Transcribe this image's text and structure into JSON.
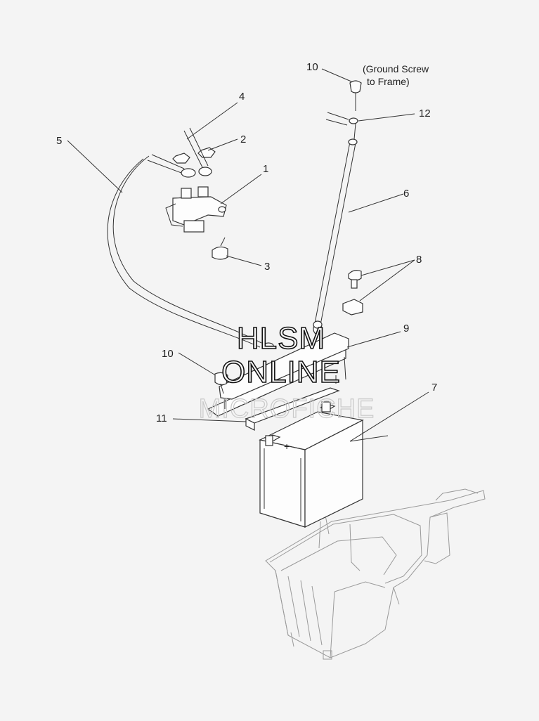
{
  "callouts": {
    "c1": "1",
    "c2": "2",
    "c3": "3",
    "c4": "4",
    "c5": "5",
    "c6": "6",
    "c7": "7",
    "c8": "8",
    "c9": "9",
    "c10_top": "10",
    "c10_left": "10",
    "c11": "11",
    "c12": "12"
  },
  "note": {
    "line1": "(Ground Screw",
    "line2": "to Frame)"
  },
  "battery_marking": "+",
  "watermark": {
    "line1": "HLSM",
    "line2": "ONLINE",
    "line3": "MICROFICHE"
  }
}
